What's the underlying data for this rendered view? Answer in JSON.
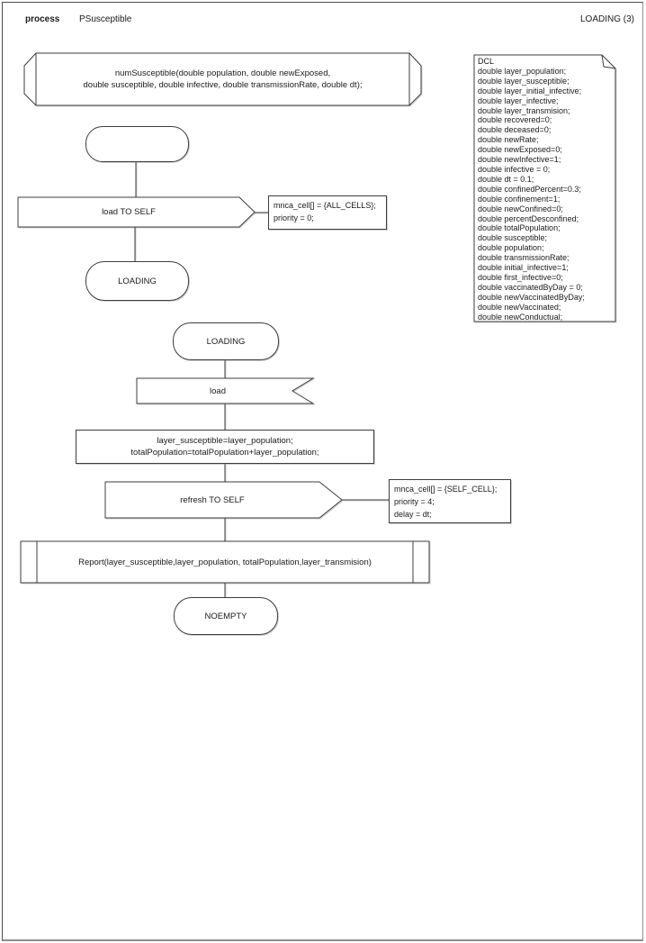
{
  "header": {
    "kind_label": "process",
    "process_name": "PSusceptible",
    "status": "LOADING (3)"
  },
  "macro": {
    "line1": "numSusceptible(double population, double newExposed,",
    "line2": "double susceptible, double infective, double transmissionRate, double dt);"
  },
  "dcl": {
    "lines": [
      "DCL",
      "double layer_population;",
      "double layer_susceptible;",
      "double layer_initial_infective;",
      "double layer_infective;",
      "double layer_transmision;",
      "double recovered=0;",
      "double deceased=0;",
      "double newRate;",
      "double newExposed=0;",
      "double newInfective=1;",
      "double infective = 0;",
      "double dt = 0.1;",
      "double confinedPercent=0.3;",
      "double confinement=1;",
      "double newConfined=0;",
      "double percentDesconfined;",
      "double totalPopulation;",
      "double susceptible;",
      "double population;",
      "double transmissionRate;",
      "double initial_infective=1;",
      "double first_infective=0;",
      "double vaccinatedByDay = 0;",
      "double newVaccinatedByDay;",
      "double newVaccinated;",
      "double newConductual;"
    ]
  },
  "flow1": {
    "start_state_label": "",
    "send_label": "load TO SELF",
    "comment_line1": "mnca_cell[] = {ALL_CELLS};",
    "comment_line2": "priority = 0;",
    "next_state_label": "LOADING"
  },
  "flow2": {
    "state_label": "LOADING",
    "receive_label": "load",
    "task_line1": "layer_susceptible=layer_population;",
    "task_line2": "totalPopulation=totalPopulation+layer_population;",
    "send_label": "refresh TO SELF",
    "comment_line1": "mnca_cell[] = {SELF_CELL};",
    "comment_line2": "priority = 4;",
    "comment_line3": "delay = dt;",
    "call_label": "Report(layer_susceptible,layer_population, totalPopulation,layer_transmision)",
    "next_state_label": "NOEMPTY"
  }
}
